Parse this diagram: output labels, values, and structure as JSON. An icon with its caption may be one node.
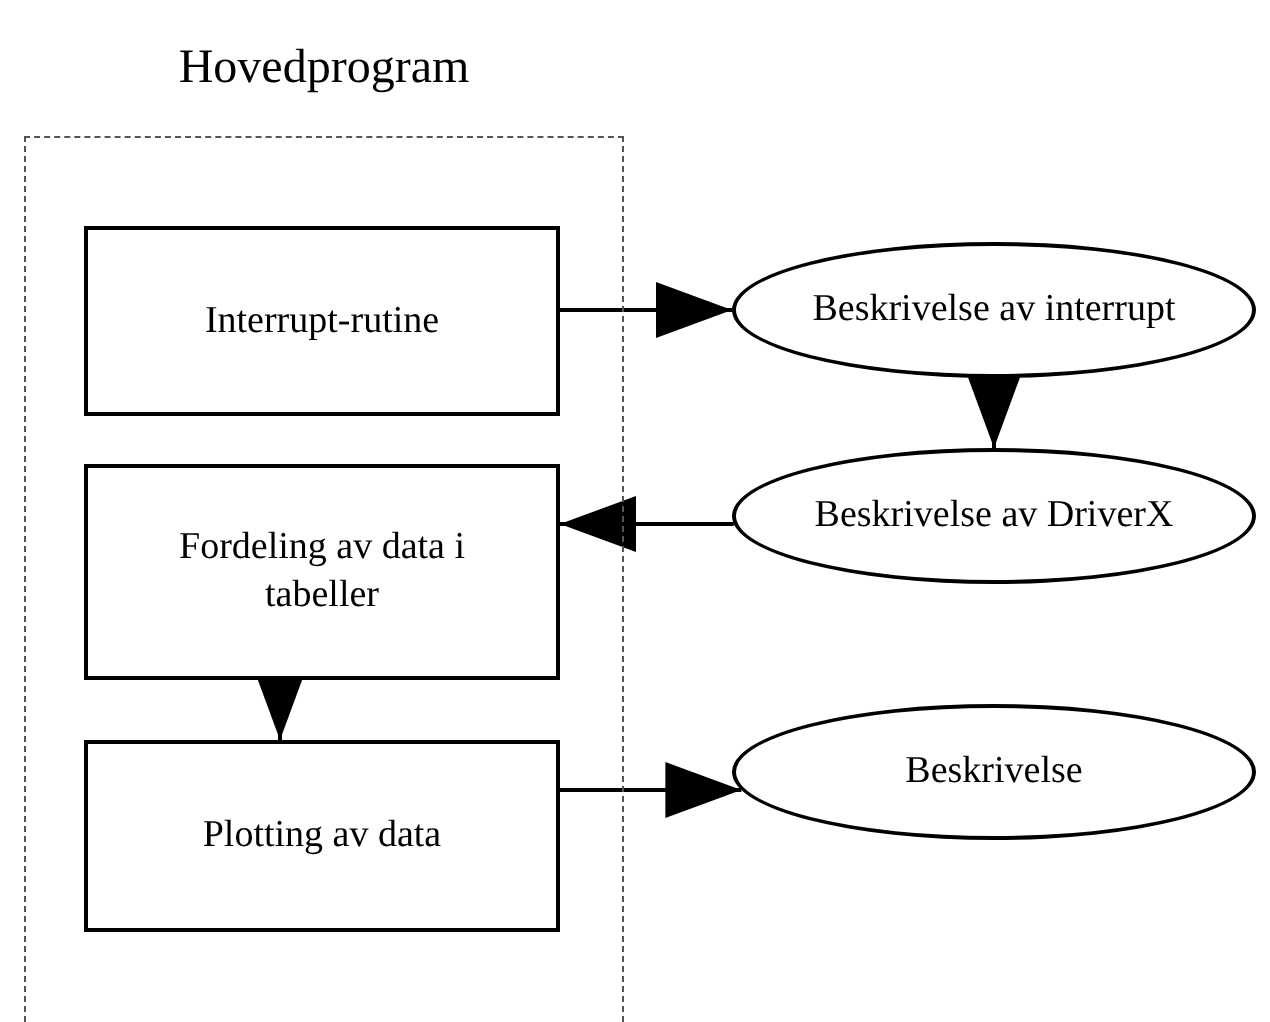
{
  "diagram": {
    "nodes": [
      {
        "text": [
          "Hovedprogram"
        ]
      },
      {
        "text": [
          "Interrupt-rutine"
        ],
        "in": 0
      },
      {
        "text": [
          "Fordeling av data i tabeller"
        ],
        "in": 0
      },
      {
        "text": [
          "Plotting av data"
        ],
        "in": 0
      },
      {
        "text": [
          "Beskrivelse av interrupt"
        ]
      },
      {
        "text": [
          "Beskrivelse av DriverX"
        ]
      },
      {
        "text": [
          "Beskrivelse"
        ]
      }
    ],
    "edges": [
      {
        "from": 1,
        "to": 4,
        "arrow": "to"
      },
      {
        "from": 4,
        "to": 5,
        "arrow": "to"
      },
      {
        "from": 5,
        "to": 2,
        "arrow": "to"
      },
      {
        "from": 2,
        "to": 3,
        "arrow": "to"
      },
      {
        "from": 3,
        "to": 6,
        "arrow": "to"
      }
    ]
  }
}
